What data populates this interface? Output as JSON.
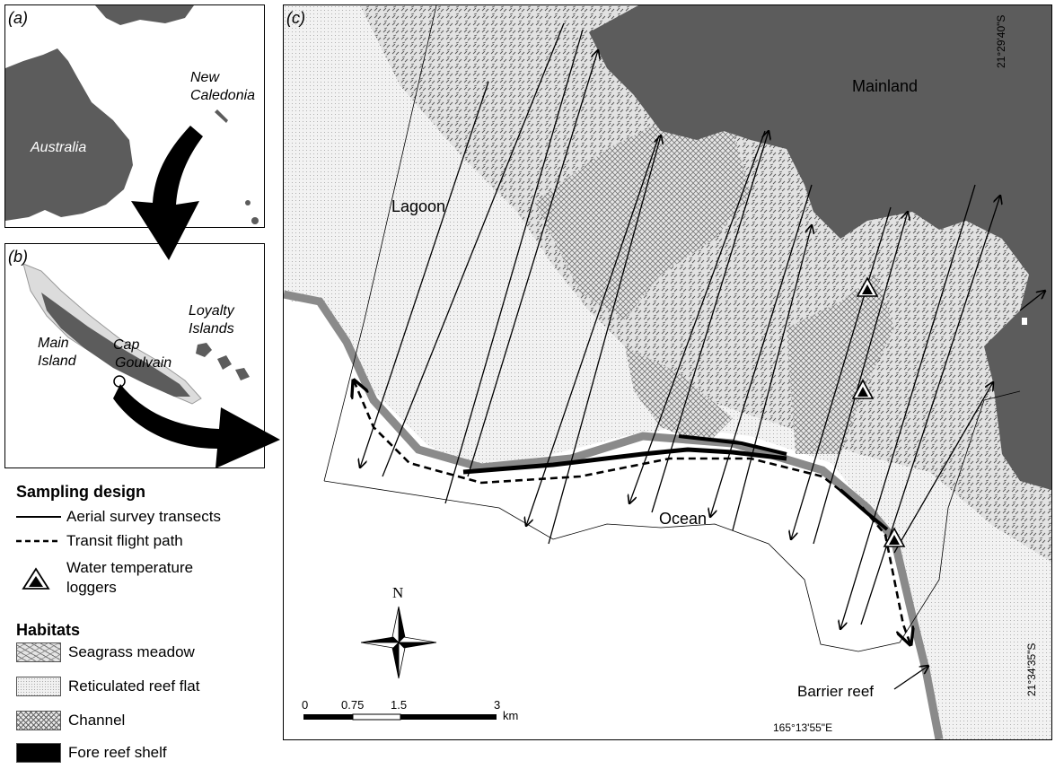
{
  "panels": {
    "a": {
      "label": "(a)",
      "places": [
        "New",
        "Caledonia",
        "Australia"
      ]
    },
    "b": {
      "label": "(b)",
      "places": [
        "Main",
        "Island",
        "Cap",
        "Goulvain",
        "Loyalty",
        "Islands"
      ]
    },
    "c": {
      "label": "(c)",
      "places": [
        "Mainland",
        "Lagoon",
        "Ocean",
        "Barrier reef"
      ]
    }
  },
  "legend": {
    "sampling_title": "Sampling design",
    "sampling_items": [
      "Aerial survey transects",
      "Transit flight path",
      "Water temperature",
      "loggers"
    ],
    "habitats_title": "Habitats",
    "habitat_items": [
      "Seagrass meadow",
      "Reticulated reef flat",
      "Channel",
      "Fore reef shelf"
    ]
  },
  "coordinates": {
    "lat_top": "21°29'40\"S",
    "lat_bottom": "21°34'35\"S",
    "lon": "165°13'55\"E"
  },
  "north_arrow": "N",
  "scale_bar": {
    "ticks": [
      "0",
      "0.75",
      "1.5",
      "3"
    ],
    "unit": "km"
  },
  "colors": {
    "land": "#5c5c5c",
    "dark": "#4a4a4a",
    "reef_edge": "#8a8a8a",
    "fore_reef": "#000000"
  }
}
